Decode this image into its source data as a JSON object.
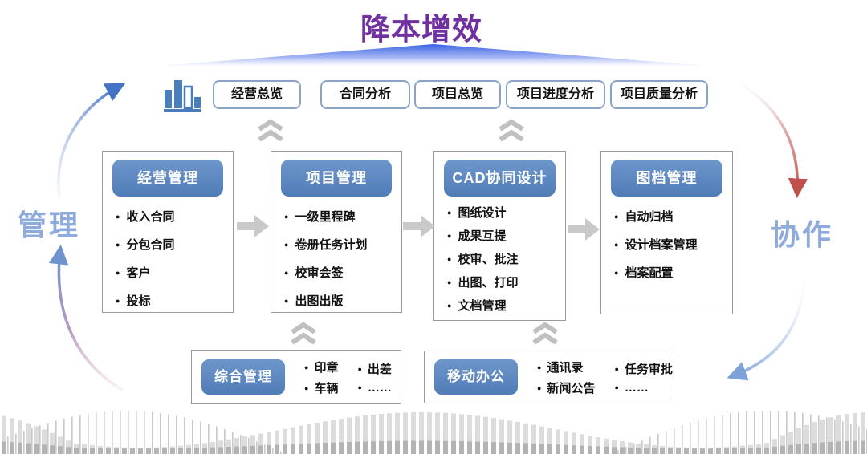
{
  "title": "降本增效",
  "side_labels": {
    "left": "管理",
    "right": "协作"
  },
  "dashboard": {
    "icon": "bar-chart-icon",
    "buttons": [
      "经营总览",
      "合同分析",
      "项目总览",
      "项目进度分析",
      "项目质量分析"
    ]
  },
  "modules": [
    {
      "header": "经营管理",
      "items": [
        "收入合同",
        "分包合同",
        "客户",
        "投标"
      ]
    },
    {
      "header": "项目管理",
      "items": [
        "一级里程碑",
        "卷册任务计划",
        "校审会签",
        "出图出版"
      ]
    },
    {
      "header": "CAD协同设计",
      "items": [
        "图纸设计",
        "成果互提",
        "校审、批注",
        "出图、打印",
        "文档管理"
      ]
    },
    {
      "header": "图档管理",
      "items": [
        "自动归档",
        "设计档案管理",
        "档案配置"
      ]
    }
  ],
  "bottom_modules": [
    {
      "header": "综合管理",
      "columns": [
        [
          "印章",
          "车辆"
        ],
        [
          "出差",
          "……"
        ]
      ]
    },
    {
      "header": "移动办公",
      "columns": [
        [
          "通讯录",
          "新闻公告"
        ],
        [
          "任务审批",
          "……"
        ]
      ]
    }
  ],
  "icons": {
    "bar_chart": "bar-chart-icon",
    "chevron_up": "chevron-up-icon",
    "flow_arrow": "right-block-arrow-icon"
  },
  "colors": {
    "title_purple": "#7030A0",
    "module_header_blue": "#5B87C1",
    "side_label_blue": "#8FAADC",
    "chevron_gray": "#C0C0C0",
    "flow_arrow_gray": "#C9C9C9",
    "curve_arrow_blue": "#4472C4",
    "curve_arrow_red": "#C0504D",
    "roof_blue": "#2E5BE3"
  }
}
